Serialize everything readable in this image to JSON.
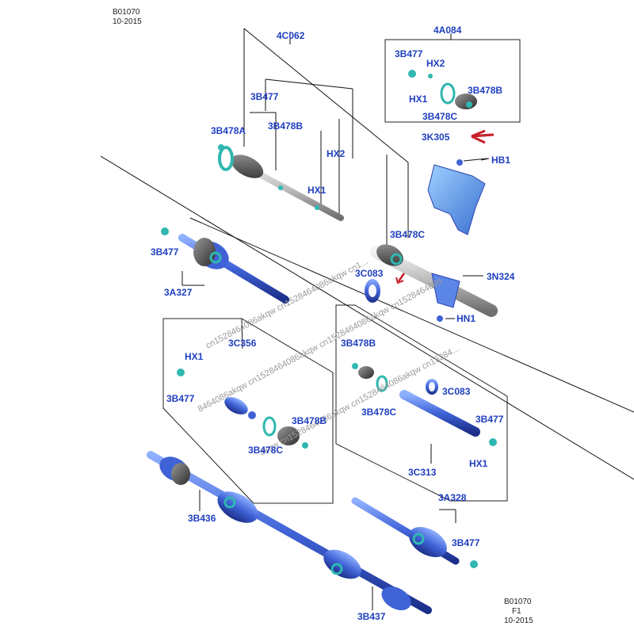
{
  "header": {
    "code": "B01070",
    "date": "10-2015"
  },
  "footer": {
    "code": "B01070",
    "rev": "F1",
    "date": "10-2015"
  },
  "labels": {
    "4C062": "4C062",
    "4A084": "4A084",
    "3B477_kit": "3B477",
    "HX2_kit": "HX2",
    "HX1_kit": "HX1",
    "3B478B_kit": "3B478B",
    "3B478C_kit": "3B478C",
    "3B477_top": "3B477",
    "3B478A": "3B478A",
    "3B478B_top": "3B478B",
    "HX2_top": "HX2",
    "HX1_top": "HX1",
    "3K305": "3K305",
    "HB1": "HB1",
    "3B478C_mid": "3B478C",
    "3C083_mid": "3C083",
    "3N324": "3N324",
    "HN1": "HN1",
    "3B477_left": "3B477",
    "3A327": "3A327",
    "3C356": "3C356",
    "HX1_left": "HX1",
    "3B477_lbox": "3B477",
    "3B478B_lbox": "3B478B",
    "3B478C_lbox": "3B478C",
    "3B478B_rbox": "3B478B",
    "3C083_rbox": "3C083",
    "3B478C_rbox": "3B478C",
    "3B477_rbox": "3B477",
    "HX1_rbox": "HX1",
    "3C313": "3C313",
    "3A328": "3A328",
    "3B477_bottom": "3B477",
    "3B436": "3B436",
    "3B437": "3B437"
  },
  "watermark": {
    "text_1": "cn1528464086akqw cn1528464086akqw cn1...",
    "text_2": "8464086akqw cn1528464086akqw cn1528464086akqw cn1528464086",
    "text_3": "akqw cn1528464086akqw cn1528464086akqw cn15284..."
  },
  "colors": {
    "label": "#1f3fbf",
    "part_blue": "#3f63d6",
    "part_dark": "#2a45b0",
    "teal": "#2fb7b0",
    "arrow": "#c8202a"
  }
}
